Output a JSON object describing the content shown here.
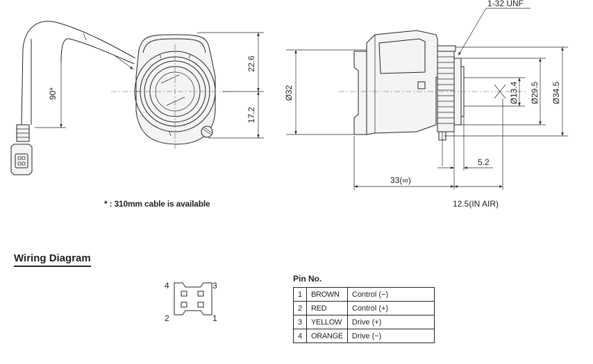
{
  "labels": {
    "thread": "1-32 UNF",
    "dim_22_6": "22.6",
    "dim_17_2": "17.2",
    "angle_90": "90*",
    "dia_32": "Ø32",
    "dia_13_4": "Ø13.4",
    "dia_29_5": "Ø29.5",
    "dia_34_5": "Ø34.5",
    "dim_5_2": "5.2",
    "dim_33": "33(∞)",
    "dim_12_5": "12.5(IN AIR)"
  },
  "note": "* : 310mm  cable is available",
  "wiring": {
    "title": "Wiring Diagram",
    "pin_numbers": [
      "4",
      "3",
      "2",
      "1"
    ]
  },
  "pin_table": {
    "title": "Pin No.",
    "rows": [
      {
        "no": "1",
        "color": "BROWN",
        "function": "Control (−)"
      },
      {
        "no": "2",
        "color": "RED",
        "function": "Control (+)"
      },
      {
        "no": "3",
        "color": "YELLOW",
        "function": "Drive (+)"
      },
      {
        "no": "4",
        "color": "ORANGE",
        "function": "Drive (−)"
      }
    ]
  }
}
